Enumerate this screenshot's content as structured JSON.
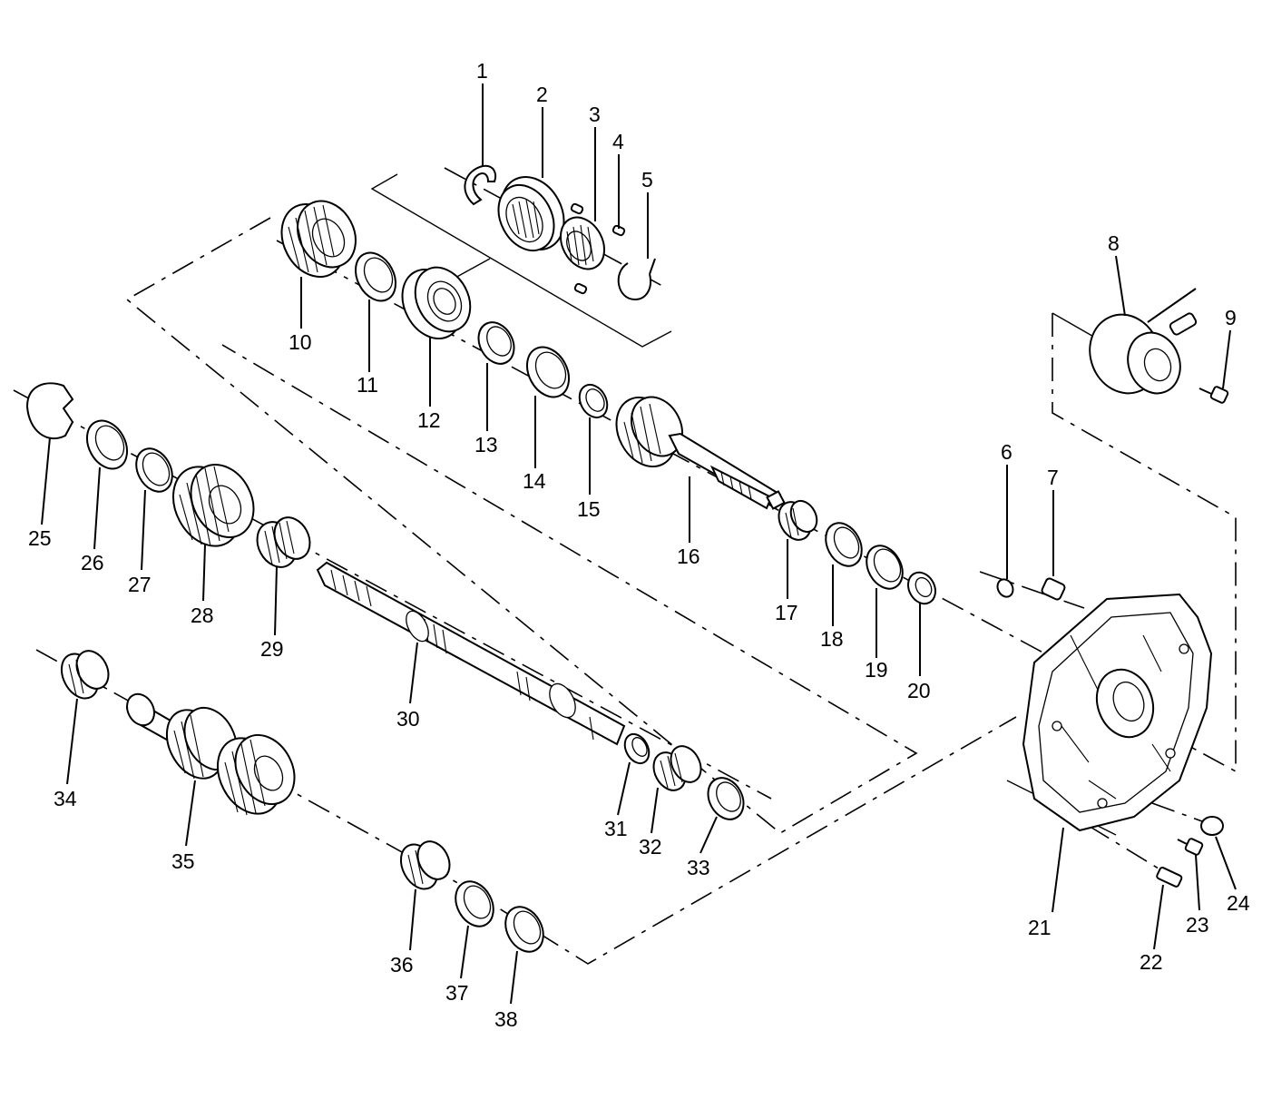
{
  "diagram": {
    "labels": {
      "p1": "1",
      "p2": "2",
      "p3": "3",
      "p4": "4",
      "p5": "5",
      "p6": "6",
      "p7": "7",
      "p8": "8",
      "p9": "9",
      "p10": "10",
      "p11": "11",
      "p12": "12",
      "p13": "13",
      "p14": "14",
      "p15": "15",
      "p16": "16",
      "p17": "17",
      "p18": "18",
      "p19": "19",
      "p20": "20",
      "p21": "21",
      "p22": "22",
      "p23": "23",
      "p24": "24",
      "p25": "25",
      "p26": "26",
      "p27": "27",
      "p28": "28",
      "p29": "29",
      "p30": "30",
      "p31": "31",
      "p32": "32",
      "p33": "33",
      "p34": "34",
      "p35": "35",
      "p36": "36",
      "p37": "37",
      "p38": "38"
    }
  }
}
